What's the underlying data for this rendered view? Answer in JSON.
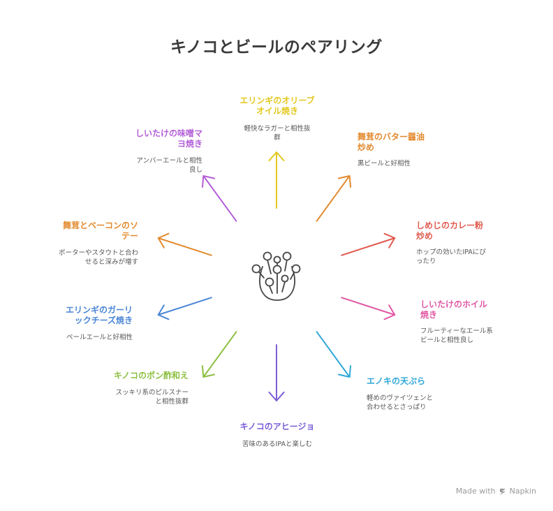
{
  "title": "キノコとビールのペアリング",
  "items": [
    {
      "title": "エリンギのオリーブオイル焼き",
      "desc": "軽快なラガーと相性抜群",
      "color": "#e3c81e"
    },
    {
      "title": "舞茸のバター醤油炒め",
      "desc": "黒ビールと好相性",
      "color": "#e38a2e"
    },
    {
      "title": "しめじのカレー粉炒め",
      "desc": "ホップの効いたIPAにぴったり",
      "color": "#e05a4e"
    },
    {
      "title": "しいたけのホイル焼き",
      "desc": "フルーティーなエール系ビールと相性良し",
      "color": "#e058a4"
    },
    {
      "title": "エノキの天ぷら",
      "desc": "軽めのヴァイツェンと合わせるとさっぱり",
      "color": "#2ea8d8"
    },
    {
      "title": "キノコのアヒージョ",
      "desc": "苦味のあるIPAと楽しむ",
      "color": "#7b5ed6"
    },
    {
      "title": "キノコのポン酢和え",
      "desc": "スッキリ系のピルスナーと相性抜群",
      "color": "#8cbf3f"
    },
    {
      "title": "エリンギのガーリックチーズ焼き",
      "desc": "ペールエールと好相性",
      "color": "#4a86d6"
    },
    {
      "title": "舞茸とベーコンのソテー",
      "desc": "ポーターやスタウトと合わせると深みが増す",
      "color": "#e38a2e"
    },
    {
      "title": "しいたけの味噌マヨ焼き",
      "desc": "アンバーエールと相性良し",
      "color": "#b35ed8"
    }
  ],
  "center_icon": "mushroom-cluster-icon",
  "footer": {
    "made_with": "Made with",
    "brand": "Napkin"
  }
}
